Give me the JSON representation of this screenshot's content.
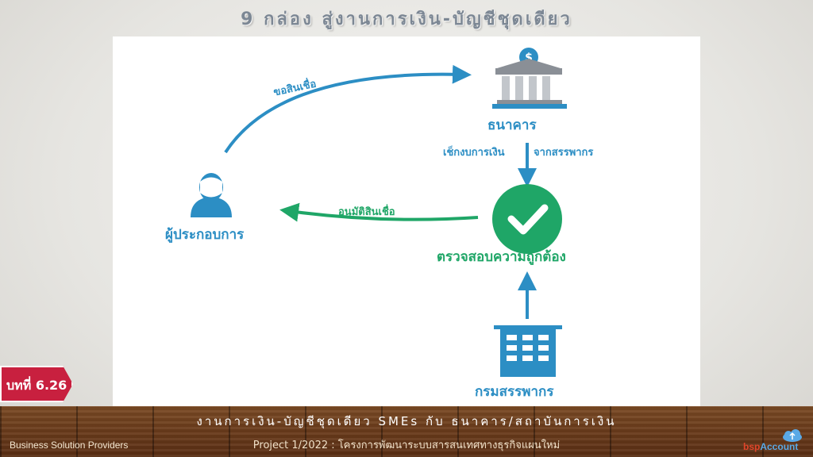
{
  "slide": {
    "title": "9 กล่อง สู่งานการเงิน-บัญชีชุดเดียว",
    "lesson_badge": "บทที่ 6.26"
  },
  "diagram": {
    "nodes": {
      "entrepreneur": "ผู้ประกอบการ",
      "bank": "ธนาคาร",
      "verify": "ตรวจสอบความถูกต้อง",
      "revenue_dept": "กรมสรรพากร"
    },
    "edges": {
      "request_credit": "ขอสินเชื่อ",
      "check_finance": "เช็กงบการเงิน",
      "from_revenue": "จากสรรพากร",
      "approve_credit": "อนุมัติสินเชื่อ"
    },
    "icons": {
      "entrepreneur": "person-icon",
      "bank": "bank-building-icon",
      "verify": "check-circle-icon",
      "revenue_dept": "office-building-icon"
    },
    "colors": {
      "blue": "#2c8ec4",
      "green": "#1fa667"
    }
  },
  "footer": {
    "line1": "งานการเงิน-บัญชีชุดเดียว SMEs กับ ธนาคาร/สถาบันการเงิน",
    "line2": "Project 1/2022 : โครงการพัฒนาระบบสารสนเทศทางธุรกิจแผนใหม่",
    "company": "Business Solution Providers",
    "logo_prefix": "bsp",
    "logo_suffix": "Account"
  }
}
